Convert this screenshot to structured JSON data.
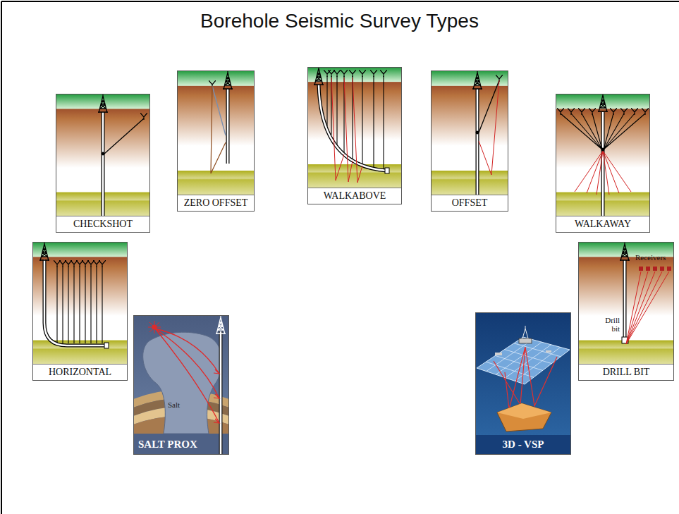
{
  "diagram": {
    "title": "Borehole Seismic Survey Types",
    "nodes": [
      {
        "text": [
          "CHECKSHOT"
        ]
      },
      {
        "text": [
          "ZERO OFFSET"
        ]
      },
      {
        "text": [
          "WALKABOVE"
        ]
      },
      {
        "text": [
          "OFFSET"
        ]
      },
      {
        "text": [
          "WALKAWAY"
        ]
      },
      {
        "text": [
          "HORIZONTAL"
        ]
      },
      {
        "text": [
          "Salt",
          "SALT PROX"
        ]
      },
      {
        "text": [
          "3D - VSP"
        ]
      },
      {
        "text": [
          "Receivers",
          "Drill bit",
          "DRILL BIT"
        ]
      }
    ]
  }
}
